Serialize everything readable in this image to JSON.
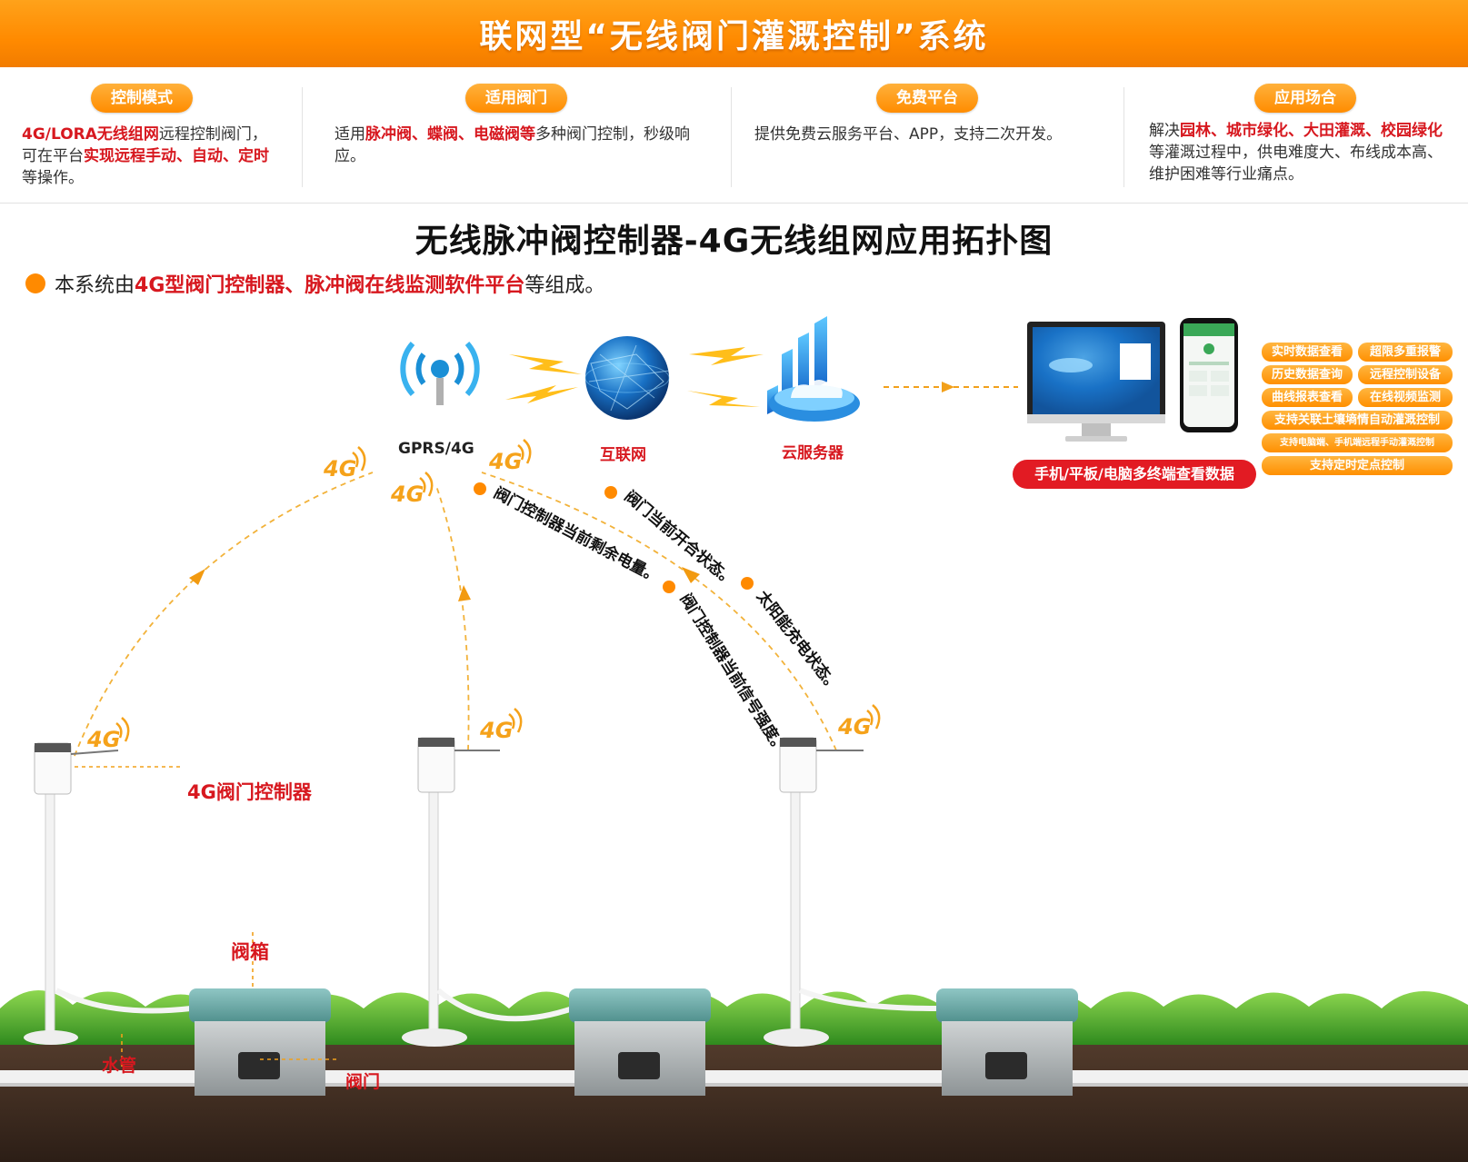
{
  "header": {
    "title": "联网型“无线阀门灌溉控制”系统"
  },
  "info": [
    {
      "tag": "控制模式",
      "parts": [
        {
          "t": "4G/LORA无线组网",
          "red": true
        },
        {
          "t": "远程控制阀门，可在平台",
          "red": false
        },
        {
          "t": "实现远程手动、自动、定时",
          "red": true
        },
        {
          "t": "等操作。",
          "red": false
        }
      ]
    },
    {
      "tag": "适用阀门",
      "parts": [
        {
          "t": "适用",
          "red": false
        },
        {
          "t": "脉冲阀、蝶阀、电磁阀等",
          "red": true
        },
        {
          "t": "多种阀门控制，秒级响应。",
          "red": false
        }
      ]
    },
    {
      "tag": "免费平台",
      "parts": [
        {
          "t": "提供免费云服务平台、APP，支持二次开发。",
          "red": false
        }
      ]
    },
    {
      "tag": "应用场合",
      "parts": [
        {
          "t": "解决",
          "red": false
        },
        {
          "t": "园林、城市绿化、大田灌溉、校园绿化",
          "red": true
        },
        {
          "t": "等灌溉过程中，供电难度大、布线成本高、维护困难等行业痛点。",
          "red": false
        }
      ]
    }
  ],
  "diagram": {
    "title": "无线脉冲阀控制器-4G无线组网应用拓扑图",
    "intro_a": "本系统由",
    "intro_red": "4G型阀门控制器、脉冲阀在线监测软件平台",
    "intro_b": "等组成。",
    "nodes": {
      "tower": "GPRS/4G",
      "internet": "互联网",
      "cloud": "云服务器"
    },
    "terminal_caption": "手机/平板/电脑多终端查看数据",
    "features": [
      "实时数据查看",
      "超限多重报警",
      "历史数据查询",
      "远程控制设备",
      "曲线报表查看",
      "在线视频监测",
      "支持关联土壤墒情自动灌溉控制",
      "支持电脑端、手机端远程手动灌溉控制",
      "支持定时定点控制"
    ],
    "signal": "4G",
    "status_items": [
      "阀门控制器当前剩余电量。",
      "阀门当前开合状态。",
      "阀门控制器当前信号强度。",
      "太阳能充电状态。"
    ],
    "controller_label": "4G阀门控制器",
    "box_label": "阀箱",
    "pipe_label": "水管",
    "valve_label": "阀门"
  },
  "colors": {
    "orange": "#ff8a00",
    "red": "#d7181f",
    "blue": "#1b8fd9",
    "grass": "#4caa2c",
    "soil": "#3a2a20"
  }
}
